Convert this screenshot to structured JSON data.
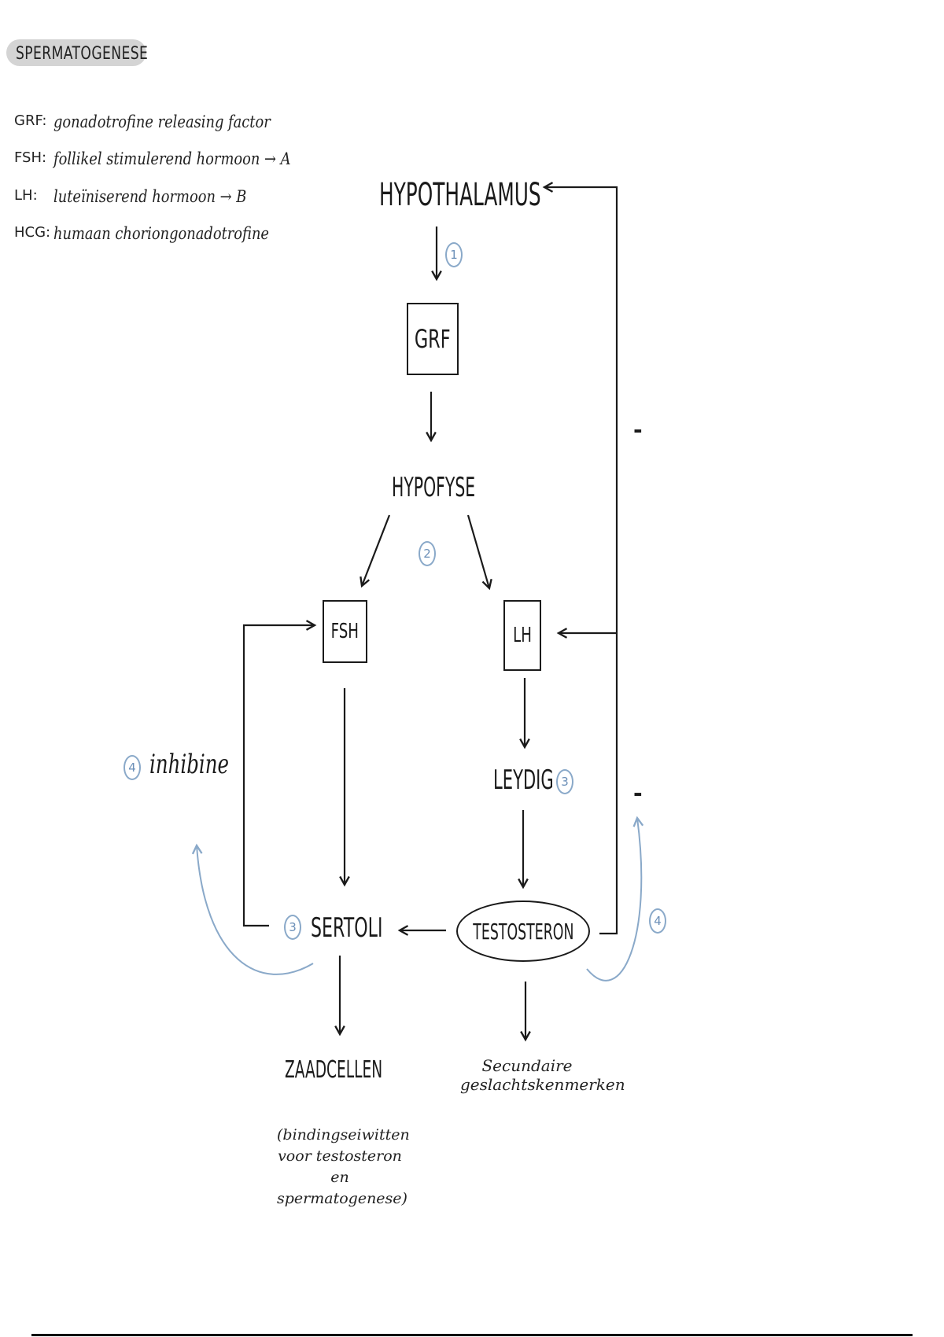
{
  "title": "SPERMATOGENESE",
  "legend": [
    {
      "abbr": "GRF:",
      "definition": "gonadotrofine releasing factor"
    },
    {
      "abbr": "FSH:",
      "definition": "follikel stimulerend hormoon → A"
    },
    {
      "abbr": "LH:",
      "definition": "luteïniserend hormoon → B"
    },
    {
      "abbr": "HCG:",
      "definition": "humaan choriongonadotrofine"
    }
  ],
  "nodes": {
    "hypothalamus": "HYPOTHALAMUS",
    "grf": "GRF",
    "hypofyse": "HYPOFYSE",
    "fsh": "FSH",
    "lh": "LH",
    "leydig": "LEYDIG",
    "sertoli": "SERTOLI",
    "testosteron": "TESTOSTERON",
    "zaadcellen": "ZAADCELLEN",
    "secundaire": "Secundaire geslachtskenmerken",
    "bindingseiwitten": "(bindingseiwitten voor testosteron en spermatogenese)",
    "inhibine": "inhibine"
  },
  "step_numbers": {
    "s1": "1",
    "s2": "2",
    "s3_leydig": "3",
    "s3_sertoli": "3",
    "s4_inhibine": "4",
    "s4_testosteron": "4"
  },
  "feedback_signs": {
    "upper": "-",
    "lower": "-"
  },
  "colors": {
    "ink": "#1a1a1a",
    "annotation_blue": "#8aa9c9",
    "title_highlight": "#d4d4d4"
  }
}
